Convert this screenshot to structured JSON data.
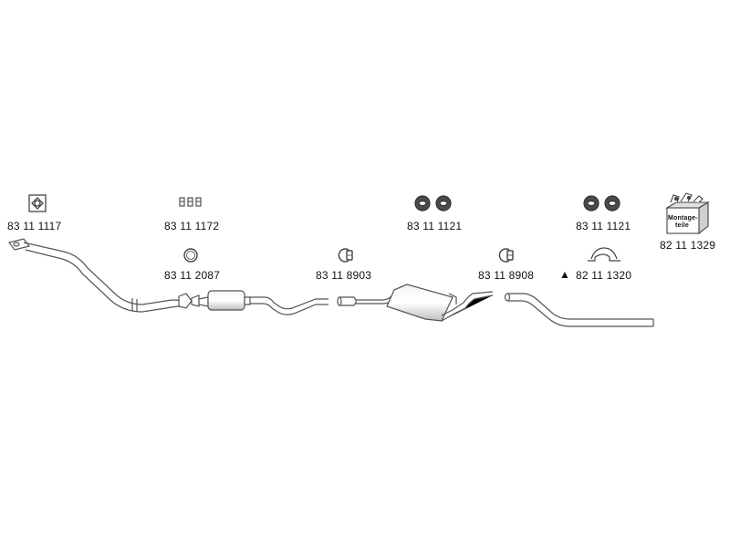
{
  "parts": {
    "gasket": "83 11 1117",
    "clamps_small": "83 11 1172",
    "ring": "83 11 2087",
    "clamp_front": "83 11 8903",
    "rubber_mount_a": "83 11 1121",
    "clamp_rear": "83 11 8908",
    "rubber_mount_b": "83 11 1121",
    "hanger": "82 11 1320",
    "mounting_kit": "82 11 1329"
  },
  "hanger_marker": "▲",
  "mounting_kit_label": [
    "Montage-",
    "teile"
  ],
  "colors": {
    "stroke": "#555555",
    "fill": "#ffffff",
    "shade": "#d8d8d8"
  }
}
